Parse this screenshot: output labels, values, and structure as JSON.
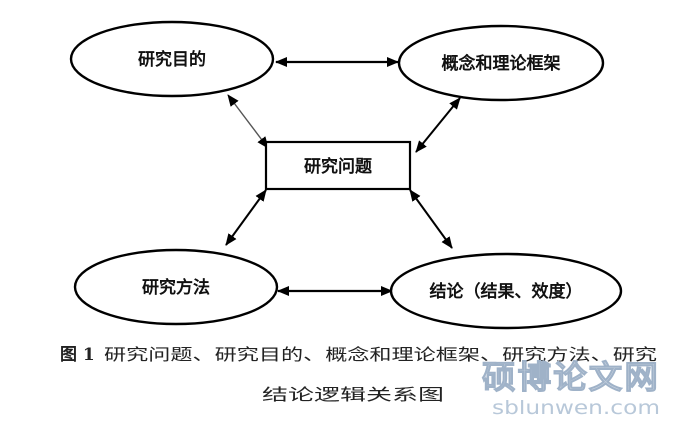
{
  "nodes": {
    "purpose": "研究目的",
    "framework": "概念和理论框架",
    "problem": "研究问题",
    "method": "研究方法",
    "conclusion": "结论（结果、效度）"
  },
  "caption": {
    "number": "图 1",
    "line1": "研究问题、研究目的、概念和理论框架、研究方法、研究",
    "line2": "结论逻辑关系图"
  },
  "watermark": {
    "logo_text": "硕博论文网",
    "url": "sblunwen.com"
  },
  "colors": {
    "stroke": "#000000",
    "watermark": "#a9bcd1"
  }
}
